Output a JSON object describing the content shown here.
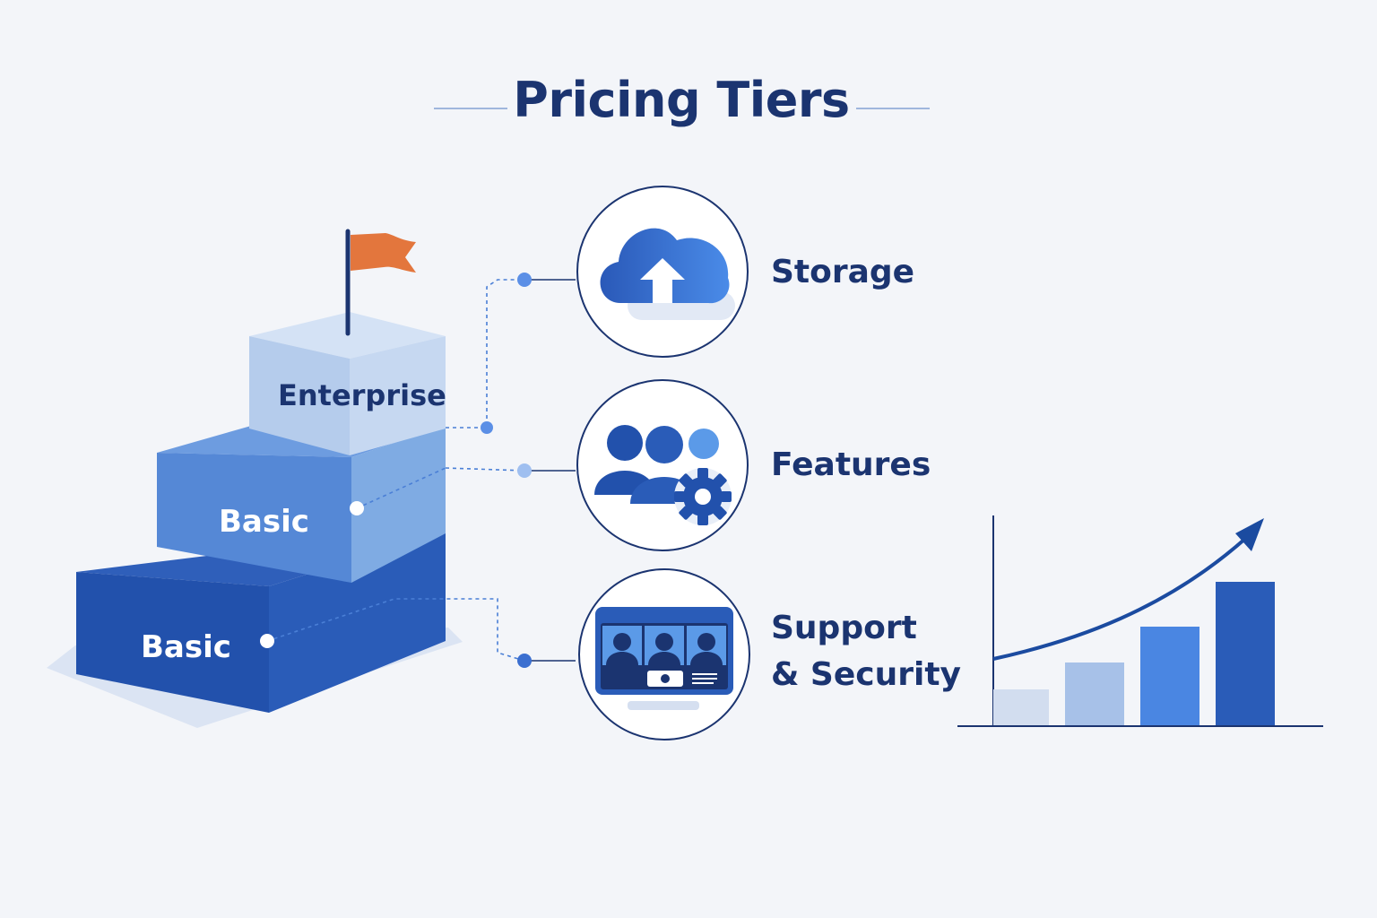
{
  "title": "Pricing Tiers",
  "tiers": [
    {
      "label": "Enterprise"
    },
    {
      "label": "Basic"
    },
    {
      "label": "Basic"
    }
  ],
  "features": [
    {
      "label": "Storage",
      "icon": "cloud-upload-icon"
    },
    {
      "label": "Features",
      "icon": "users-gear-icon"
    },
    {
      "label_line1": "Support",
      "label_line2": "& Security",
      "icon": "video-call-monitor-icon"
    }
  ],
  "growth_chart": {
    "bars": 4,
    "trend": "upward"
  },
  "colors": {
    "navy": "#1b3470",
    "accent_blue": "#3b78e0",
    "flag": "#e3763d",
    "top_step": "#b7cdec",
    "mid_step": "#5b8fd9",
    "bottom_step": "#2a5cb8"
  }
}
